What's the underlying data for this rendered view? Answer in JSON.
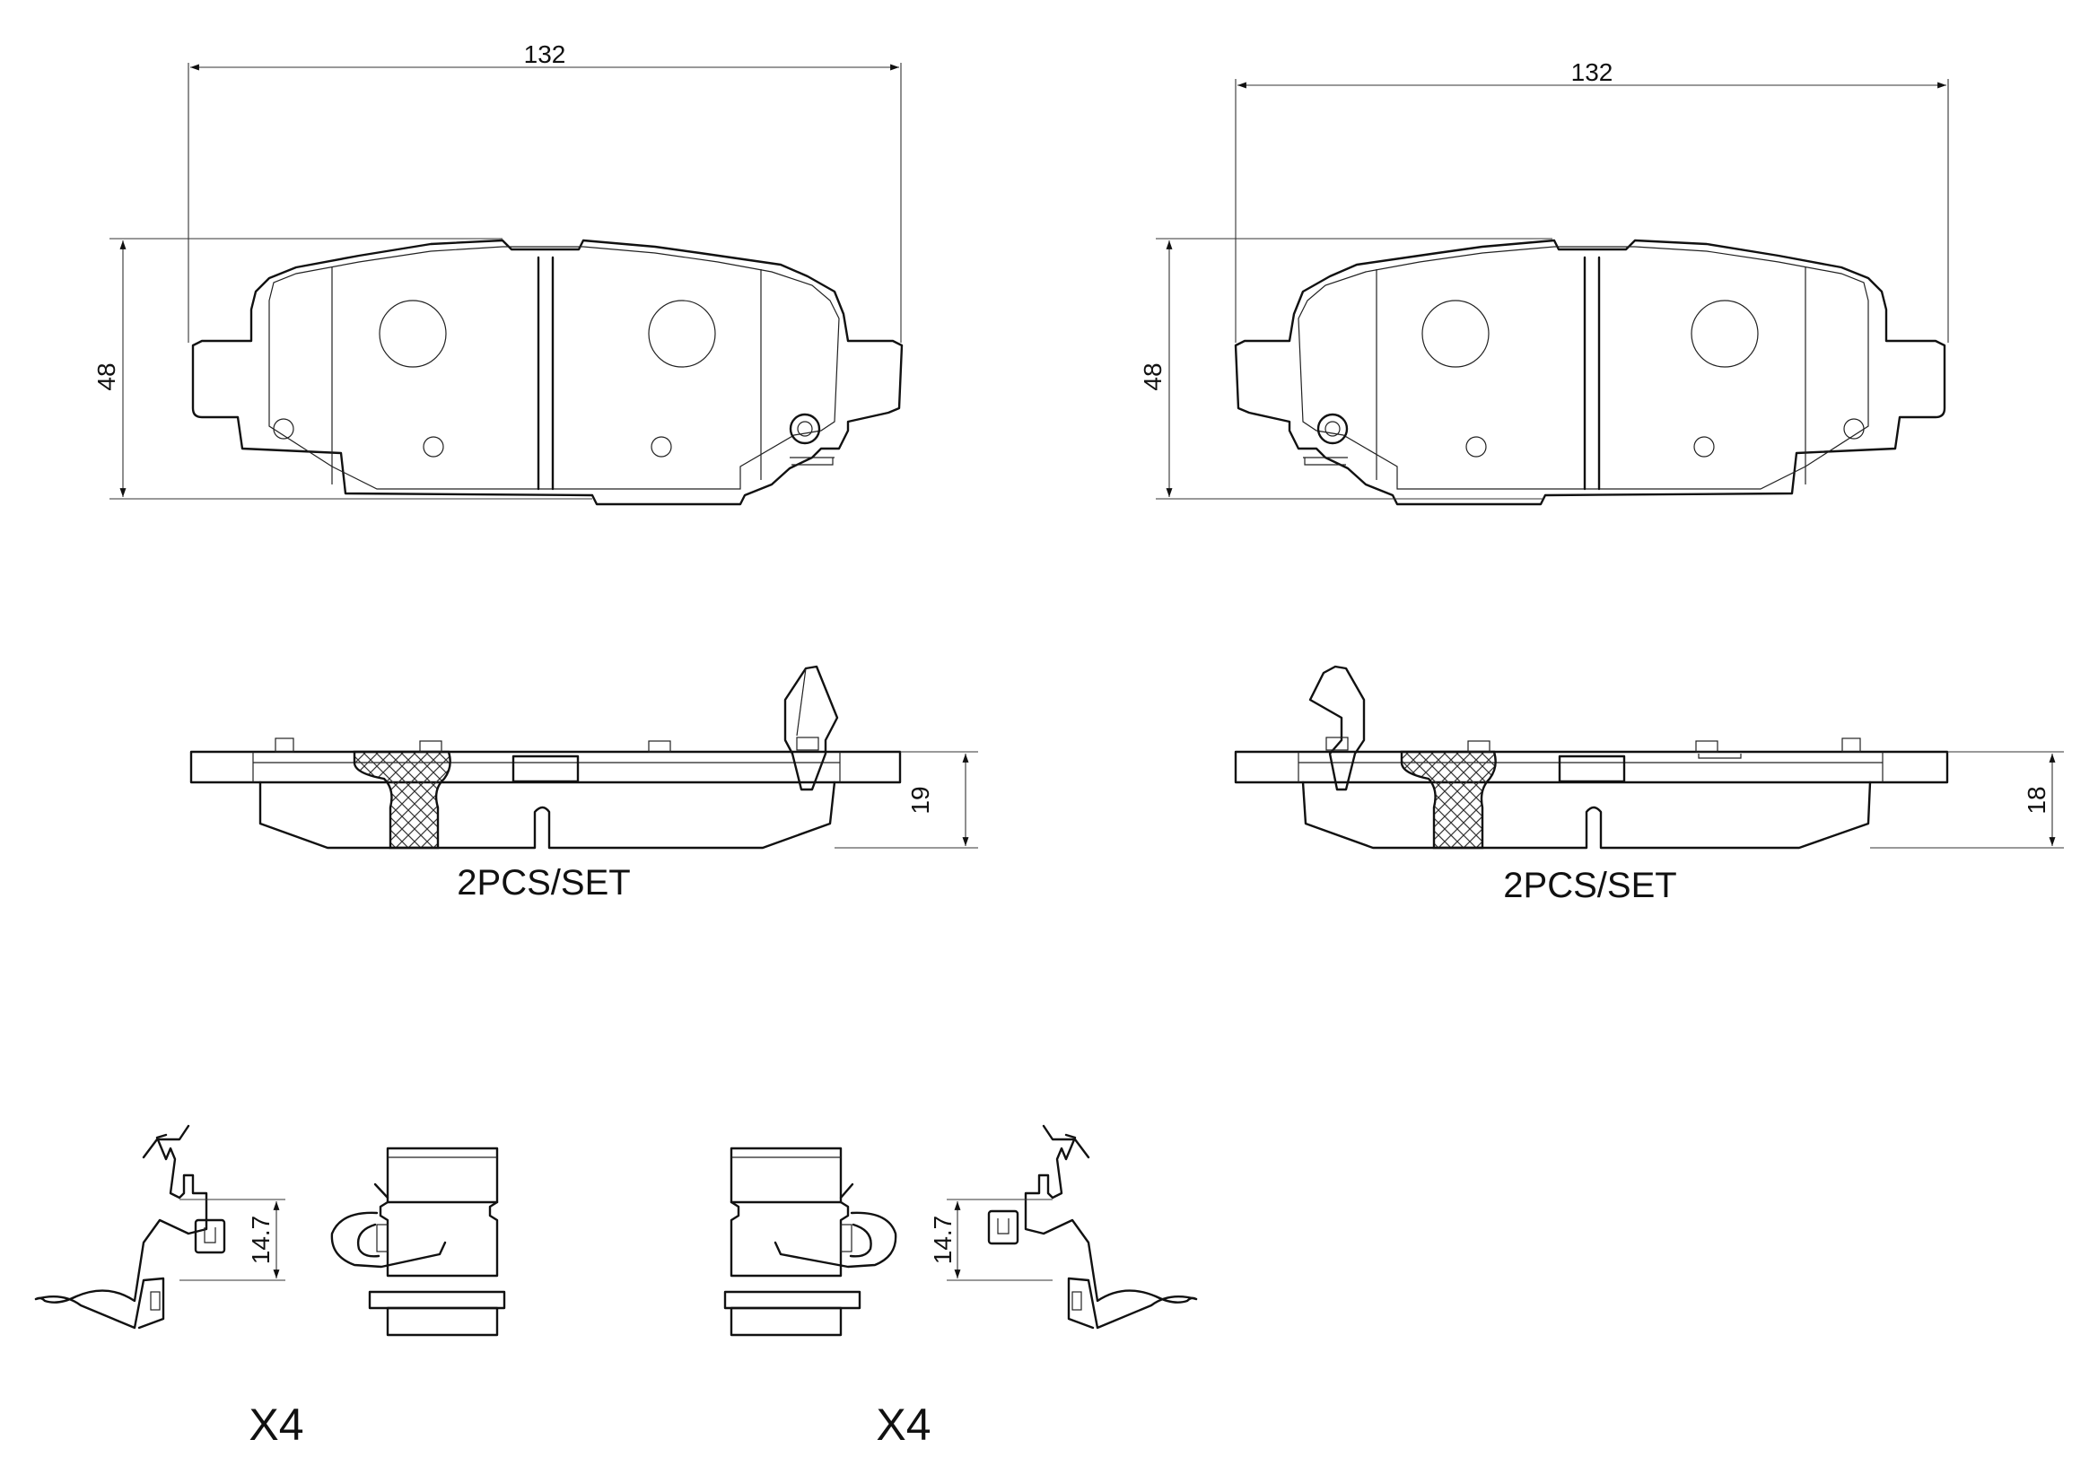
{
  "pads": {
    "left": {
      "width_dim": "132",
      "height_dim": "48",
      "thickness_dim": "19",
      "set_label": "2PCS/SET"
    },
    "right": {
      "width_dim": "132",
      "height_dim": "48",
      "thickness_dim": "18",
      "set_label": "2PCS/SET"
    }
  },
  "clips": {
    "left": {
      "height_dim": "14.7",
      "quantity": "X4"
    },
    "right": {
      "height_dim": "14.7",
      "quantity": "X4"
    }
  }
}
